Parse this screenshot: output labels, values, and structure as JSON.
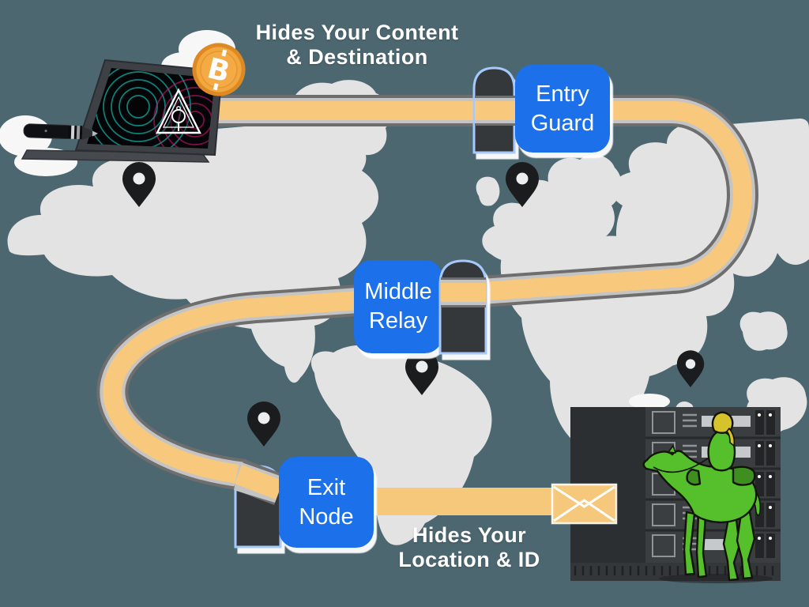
{
  "captions": {
    "top": {
      "line1": "Hides Your Content",
      "line2": "& Destination"
    },
    "bottom": {
      "line1": "Hides Your",
      "line2": "Location & ID"
    }
  },
  "relays": [
    {
      "id": "entry-guard",
      "line1": "Entry",
      "line2": "Guard"
    },
    {
      "id": "middle-relay",
      "line1": "Middle",
      "line2": "Relay"
    },
    {
      "id": "exit-node",
      "line1": "Exit",
      "line2": "Node"
    }
  ],
  "bitcoin": {
    "symbol": "B"
  },
  "icons": {
    "coin": "bitcoin-coin",
    "pins": "location-pin",
    "mail": "message-envelope",
    "camel": "silk-road-camel",
    "laptop": "user-laptop",
    "server": "hidden-service-server",
    "pen": "pen"
  },
  "colors": {
    "background": "#4C6770",
    "map": "#E3E3E4",
    "cloud": "#F7F7F7",
    "relay_blue": "#1A6FE9",
    "tunnel_dark": "#34373B",
    "tunnel_outline": "#A7C8FC",
    "pipe_yellow": "#F8C87C",
    "pipe_casing_dark": "#6E6E6E",
    "pipe_casing_light": "#C4C4C4",
    "bitcoin_orange": "#F3A73F",
    "camel_green": "#55C02B",
    "envelope_yellow": "#F6C87C",
    "pin_black": "#1B1C1E",
    "server_dark": "#3B3E41"
  }
}
